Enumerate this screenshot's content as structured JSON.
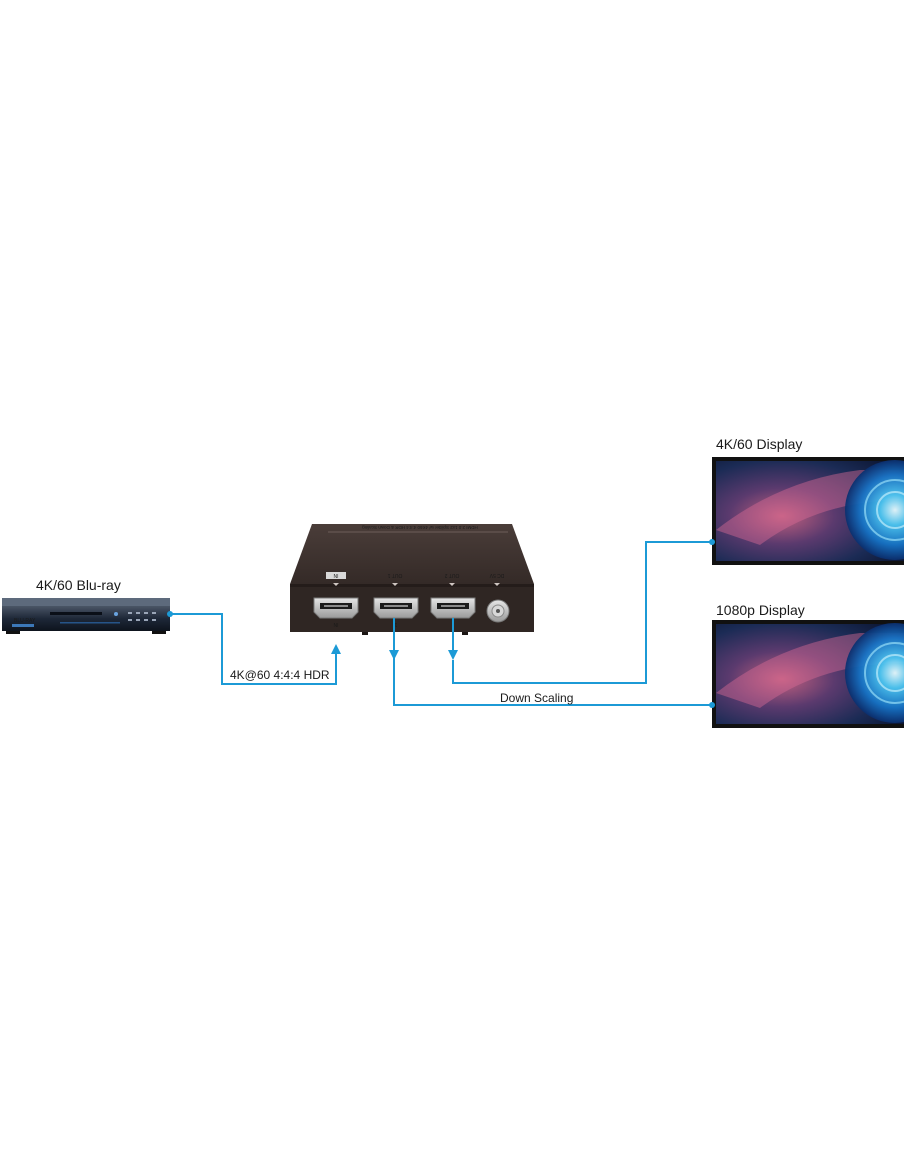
{
  "devices": {
    "source": {
      "label": "4K/60 Blu-ray",
      "brand": "BLU-RAY"
    },
    "splitter": {
      "top_text": "HDMI 2.0 1x2 Splitter w/ 4K60 4:4:4 HDR & Down Scaling",
      "ports": [
        {
          "name": "IN",
          "below": "IN"
        },
        {
          "name": "OUT 1",
          "below": "1"
        },
        {
          "name": "OUT 2",
          "below": "2"
        },
        {
          "name": "DC 5V",
          "below": ""
        }
      ]
    },
    "display_4k": {
      "label": "4K/60 Display"
    },
    "display_1080p": {
      "label": "1080p Display"
    }
  },
  "connections": {
    "input_label": "4K@60 4:4:4 HDR",
    "downscale_label": "Down Scaling"
  },
  "colors": {
    "cable": "#1c9ad6",
    "device_body": "#3b2f2c",
    "device_front": "#2e2522",
    "port_silver": "#c8c8c8"
  }
}
